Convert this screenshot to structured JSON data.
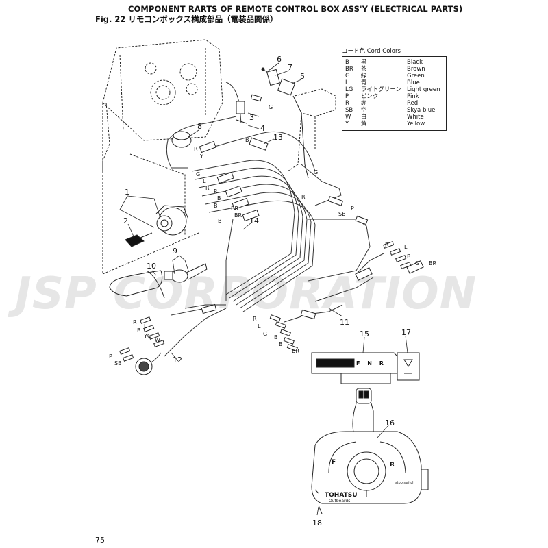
{
  "header": {
    "title": "COMPONENT RARTS OF REMOTE CONTROL BOX ASS'Y (ELECTRICAL PARTS)",
    "fig": "Fig. 22 リモコンボックス構成部品（電装品関係）"
  },
  "watermark": "JSP CORPORATION",
  "legend": {
    "title": "コード色 Cord Colors",
    "items": [
      {
        "code": "B",
        "jp": ":黒",
        "en": "Black"
      },
      {
        "code": "BR",
        "jp": ":茶",
        "en": "Brown"
      },
      {
        "code": "G",
        "jp": ":緑",
        "en": "Green"
      },
      {
        "code": "L",
        "jp": ":青",
        "en": "Blue"
      },
      {
        "code": "LG",
        "jp": ":ライトグリーン",
        "en": "Light green"
      },
      {
        "code": "P",
        "jp": ":ピンク",
        "en": "Pink"
      },
      {
        "code": "R",
        "jp": ":赤",
        "en": "Red"
      },
      {
        "code": "SB",
        "jp": ":空",
        "en": "Skya blue"
      },
      {
        "code": "W",
        "jp": ":白",
        "en": "White"
      },
      {
        "code": "Y",
        "jp": ":黄",
        "en": "Yellow"
      }
    ]
  },
  "parts": {
    "p1": "1",
    "p2": "2",
    "p3": "3",
    "p4": "4",
    "p5": "5",
    "p6": "6",
    "p7": "7",
    "p8": "8",
    "p9": "9",
    "p10": "10",
    "p11": "11",
    "p12": "12",
    "p13": "13",
    "p14": "14",
    "p15": "15",
    "p16": "16",
    "p17": "17",
    "p18": "18"
  },
  "wire_labels": {
    "w1": "R",
    "w2": "Y",
    "w3": "G",
    "w4": "G",
    "w5": "L",
    "w6": "R",
    "w7": "R",
    "w8": "B",
    "w9": "B",
    "w10": "BR",
    "w11": "BR",
    "w12": "B",
    "w13": "B",
    "w14": "G",
    "w15": "R",
    "w16": "P",
    "w17": "SB",
    "w18": "R",
    "w19": "L",
    "w20": "B",
    "w21": "G",
    "w22": "BR",
    "w23": "R",
    "w24": "L",
    "w25": "G",
    "w26": "B",
    "w27": "B",
    "w28": "BR",
    "w29": "R",
    "w30": "B",
    "w31": "L",
    "w32": "YG",
    "w33": "W",
    "w34": "P",
    "w35": "SB"
  },
  "panel_text": {
    "indicator": "F N R",
    "brand": "TOHATSU",
    "brand_sub": "Outboards",
    "gear_f": "F",
    "gear_r": "R",
    "stop_switch": "stop switch"
  },
  "page_number": "75"
}
